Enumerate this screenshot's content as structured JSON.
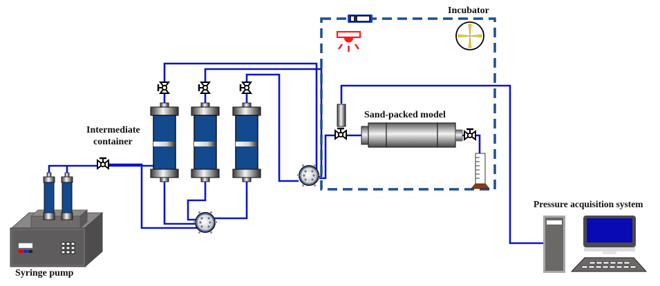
{
  "labels": {
    "syringe_pump": "Syringe pump",
    "intermediate_line1": "Intermediate",
    "intermediate_line2": "container",
    "incubator": "Incubator",
    "sand_packed_model": "Sand-packed model",
    "pressure_system": "Pressure acquisition system"
  },
  "colors": {
    "pipe": "#0a14c8",
    "cylinder_body": "#134a8e",
    "incubator_border": "#1a4f95",
    "lamp": "#ff1a1a",
    "fan_blade": "#f0d020",
    "beaker_base": "#8b3a1a",
    "monitor_screen": "#0a0ab4",
    "device_gray": "#6b6868"
  },
  "components": {
    "intermediate_containers": 3,
    "pump_cylinders": 2
  }
}
